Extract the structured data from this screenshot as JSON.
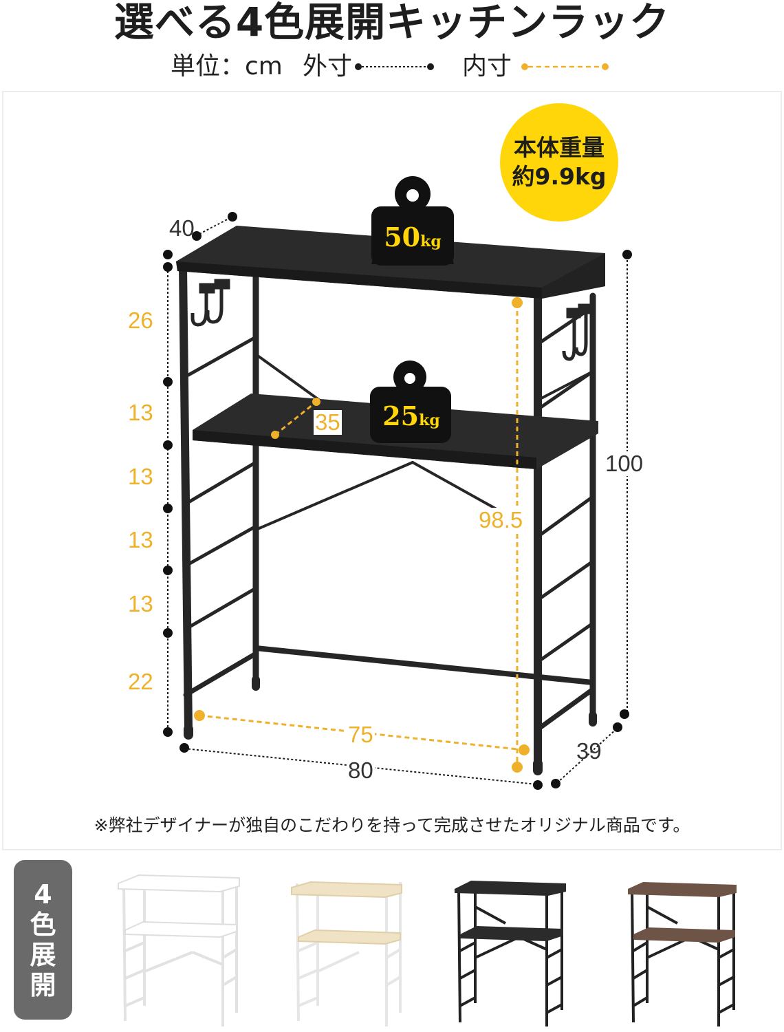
{
  "title": "選べる4色展開キッチンラック",
  "legend": {
    "unit": "単位：cm",
    "outer": "外寸",
    "inner": "内寸"
  },
  "weight_badge": {
    "line1": "本体重量",
    "line2": "約9.9kg"
  },
  "load_top": {
    "value": "50",
    "unit": "kg"
  },
  "load_middle": {
    "value": "25",
    "unit": "kg"
  },
  "dimensions": {
    "depth_top": "40",
    "depth_inner": "35",
    "height_outer": "100",
    "height_inner": "98.5",
    "width_inner": "75",
    "width_outer": "80",
    "depth_outer": "39",
    "shelf_spacing": [
      "26",
      "13",
      "13",
      "13",
      "13",
      "22"
    ]
  },
  "note": "※弊社デザイナーが独自のこだわりを持って完成させたオリジナル商品です。",
  "colors_tag": [
    "4",
    "色",
    "展",
    "開"
  ],
  "color_variants": [
    {
      "name": "white-rack",
      "top": "#ffffff",
      "frame": "#f4f4f4"
    },
    {
      "name": "natural-rack",
      "top": "#efe2c5",
      "frame": "#f4f4f4"
    },
    {
      "name": "black-rack",
      "top": "#2b2b2b",
      "frame": "#222222"
    },
    {
      "name": "brown-rack",
      "top": "#6e5446",
      "frame": "#222222"
    }
  ],
  "colors": {
    "accent_yellow": "#ffd60a",
    "dimension_orange": "#efb12a",
    "rack_black": "#2b2b2b"
  }
}
